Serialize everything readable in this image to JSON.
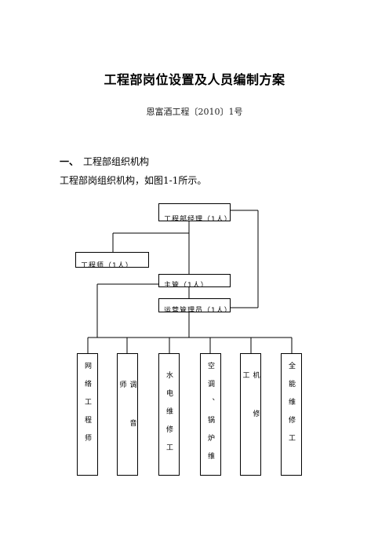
{
  "title": "工程部岗位设置及人员编制方案",
  "doc_number": "恩富酒工程〔2010〕1号",
  "section": {
    "number": "一、",
    "heading": "工程部组织机构"
  },
  "paragraph": "工程部岗组织机构，如图1-1所示。",
  "org_chart": {
    "top": "工程部经理（1人）",
    "level2": [
      "工程师（1人）",
      "主管（1人）"
    ],
    "level3": "运营管理员（1人）",
    "staff": [
      "网络工程师",
      "调音师",
      "水电维修工",
      "空调、锅炉维",
      "机修工",
      "全能维修工"
    ]
  }
}
